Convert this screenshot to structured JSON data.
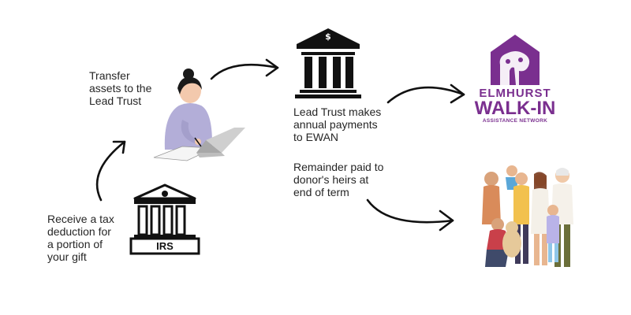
{
  "labels": {
    "transfer": "Transfer\nassets to the\nLead Trust",
    "payments": "Lead Trust makes\nannual payments\nto EWAN",
    "remainder": "Remainder paid to\ndonor's heirs at\nend of term",
    "deduction": "Receive a tax\ndeduction for\na portion of\nyour gift"
  },
  "bank_icon": {
    "symbol": "$"
  },
  "irs_icon": {
    "text": "IRS"
  },
  "logo": {
    "line1": "ELMHURST",
    "line2": "WALK-IN",
    "line3": "ASSISTANCE NETWORK",
    "color": "#7a2f8f"
  },
  "colors": {
    "person_shirt": "#b3aed8",
    "ink": "#111111",
    "logo_purple": "#7a2f8f"
  }
}
